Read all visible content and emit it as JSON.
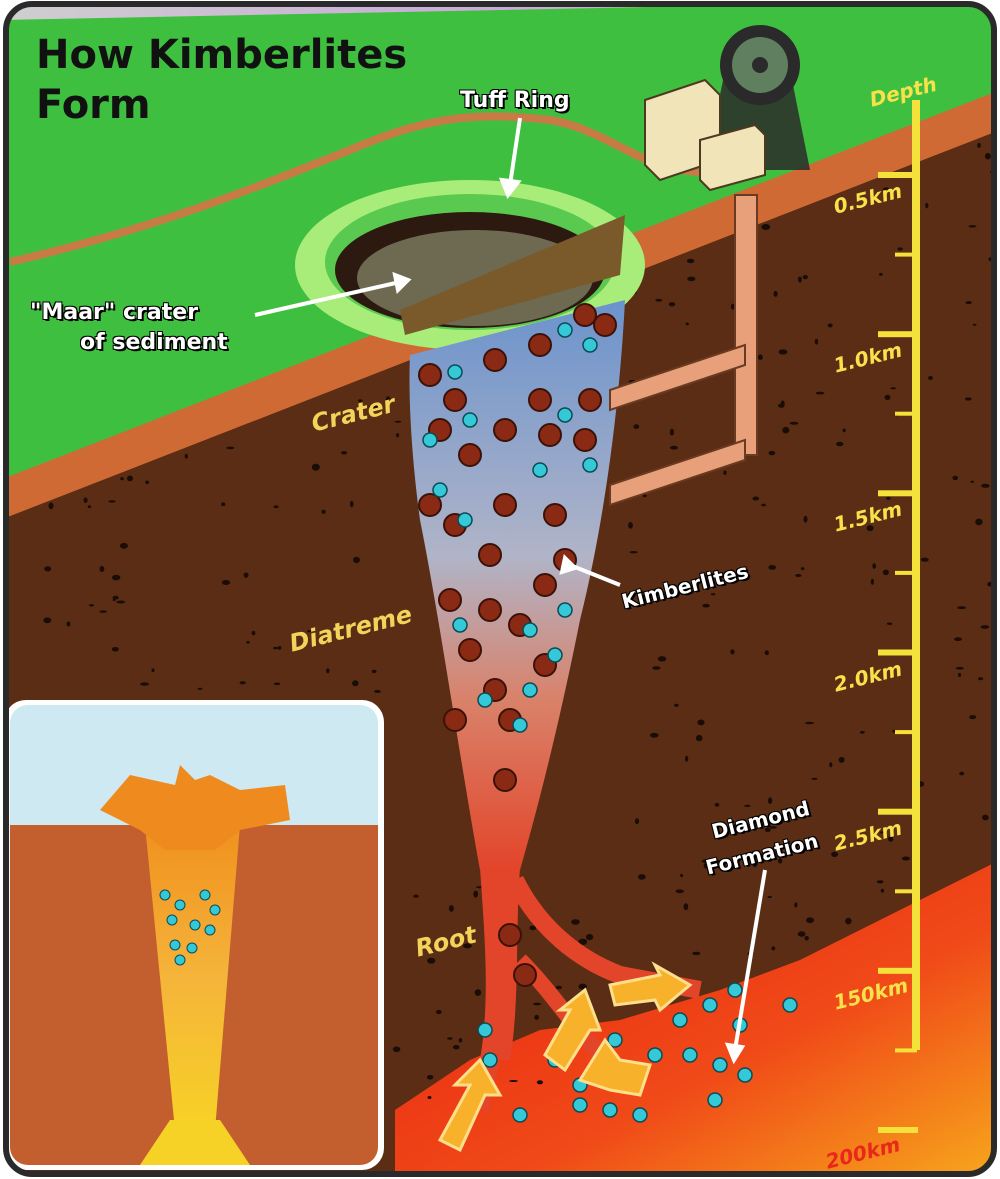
{
  "title": {
    "line1": "How Kimberlites",
    "line2": "Form"
  },
  "labels": {
    "tuff_ring": "Tuff Ring",
    "maar_line1": "\"Maar\" crater",
    "maar_line2": "of sediment",
    "crater": "Crater",
    "diatreme": "Diatreme",
    "kimberlites": "Kimberlites",
    "root": "Root",
    "diamond_line1": "Diamond",
    "diamond_line2": "Formation"
  },
  "depth_scale": {
    "title": "Depth",
    "ticks": [
      "0.5km",
      "1.0km",
      "1.5km",
      "2.0km",
      "2.5km",
      "150km",
      "200km"
    ]
  },
  "colors": {
    "sky": "#dcdcdc",
    "grass": "#3fc23f",
    "soil": "#5a2e14",
    "lava": "#f0401a",
    "pipe_top": "#6f95c8",
    "pipe_bottom": "#e05a3a",
    "kimberlite_rock": "#8b2a14",
    "diamond": "#35c9d8",
    "depth_bar": "#f4e23a"
  }
}
